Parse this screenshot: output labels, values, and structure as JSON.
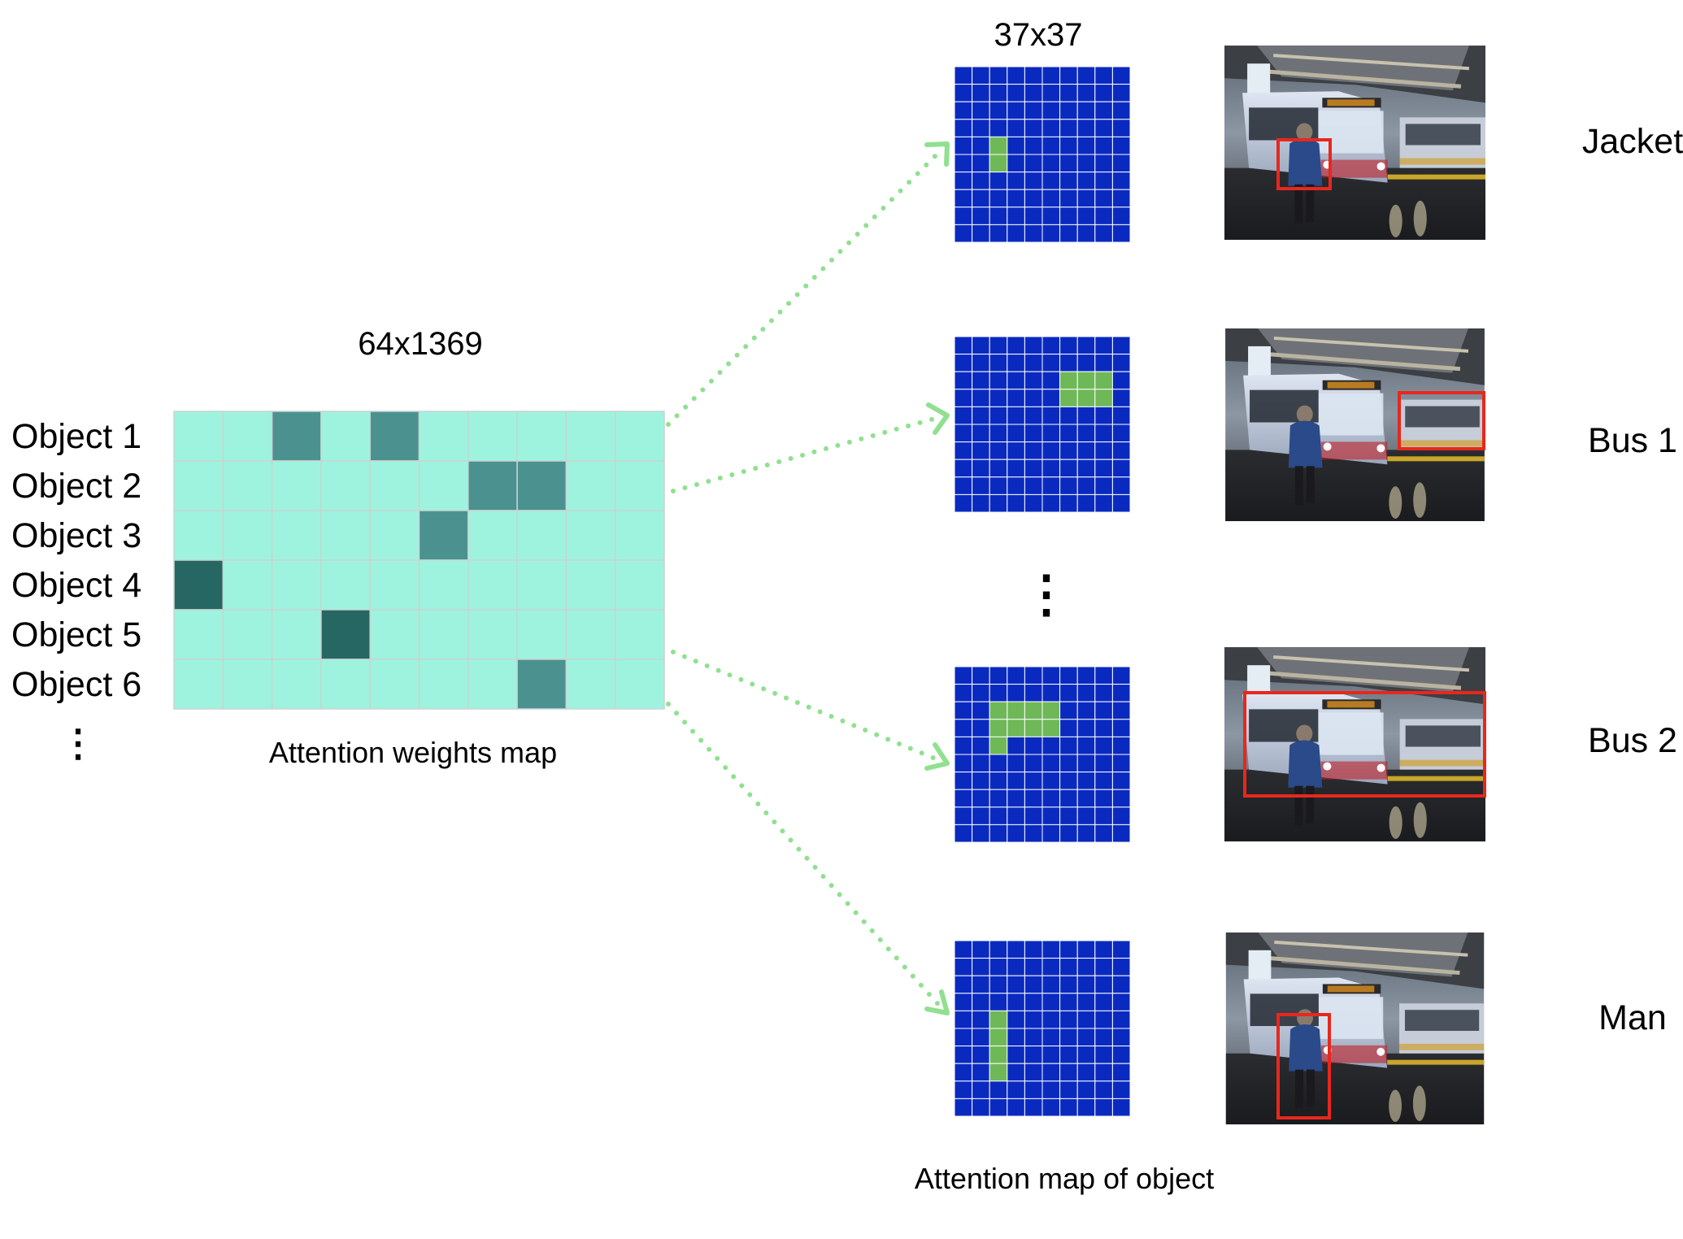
{
  "left_panel": {
    "title": "64x1369",
    "caption": "Attention weights map",
    "row_labels": [
      "Object 1",
      "Object 2",
      "Object 3",
      "Object 4",
      "Object 5",
      "Object 6"
    ],
    "ellipsis": "⋮",
    "grid": {
      "rows": 6,
      "cols": 10,
      "cells": [
        [
          0,
          0,
          1,
          0,
          1,
          0,
          0,
          0,
          0,
          0
        ],
        [
          0,
          0,
          0,
          0,
          0,
          0,
          1,
          1,
          0,
          0
        ],
        [
          0,
          0,
          0,
          0,
          0,
          1,
          0,
          0,
          0,
          0
        ],
        [
          2,
          0,
          0,
          0,
          0,
          0,
          0,
          0,
          0,
          0
        ],
        [
          0,
          0,
          0,
          2,
          0,
          0,
          0,
          0,
          0,
          0
        ],
        [
          0,
          0,
          0,
          0,
          0,
          0,
          0,
          1,
          0,
          0
        ]
      ],
      "level_colors": [
        "#9ef3df",
        "#4b918f",
        "#266663"
      ],
      "line_color": "#c8d4d0"
    }
  },
  "right_panel": {
    "title": "37x37",
    "caption": "Attention map of object",
    "ellipsis": "⋮",
    "map_grid_size": 10,
    "map_colors": {
      "background": "#0a2abf",
      "highlight": "#6fb858",
      "line": "#ffffff"
    },
    "arrow_color": "#90e090",
    "box_color": "#e8271d",
    "maps": [
      {
        "label": "Jacket",
        "highlight_cells": [
          [
            4,
            2
          ],
          [
            5,
            2
          ]
        ]
      },
      {
        "label": "Bus 1",
        "highlight_cells": [
          [
            2,
            6
          ],
          [
            2,
            7
          ],
          [
            2,
            8
          ],
          [
            3,
            6
          ],
          [
            3,
            7
          ],
          [
            3,
            8
          ]
        ]
      },
      {
        "label": "Bus 2",
        "highlight_cells": [
          [
            2,
            2
          ],
          [
            2,
            3
          ],
          [
            2,
            4
          ],
          [
            2,
            5
          ],
          [
            3,
            2
          ],
          [
            3,
            3
          ],
          [
            3,
            4
          ],
          [
            3,
            5
          ],
          [
            4,
            2
          ]
        ]
      },
      {
        "label": "Man",
        "highlight_cells": [
          [
            4,
            2
          ],
          [
            5,
            2
          ],
          [
            6,
            2
          ],
          [
            7,
            2
          ]
        ]
      }
    ]
  }
}
